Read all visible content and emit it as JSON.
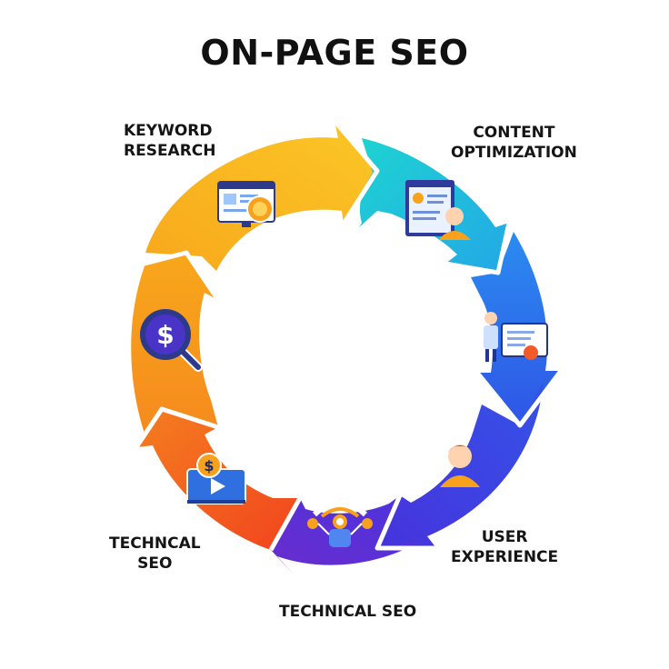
{
  "title": "ON-PAGE SEO",
  "labels": {
    "keyword": [
      "KEYWORD",
      "RESEARCH"
    ],
    "content": [
      "CONTENT",
      "OPTIMIZATION"
    ],
    "user": [
      "USER",
      "EXPERIENCE"
    ],
    "technical_bottom": "TECHNICAL SEO",
    "technical_left": [
      "TECHNCAL",
      "SEO"
    ]
  },
  "colors": {
    "keyword": "#f6b51d",
    "content": "#1fc9d6",
    "blue": "#2f6ee8",
    "user": "#3d3de0",
    "technical": "#5a2fd6",
    "technical_left": "#f3661f",
    "orange": "#f7a020"
  },
  "icons": [
    "browser-coin-icon",
    "profile-document-icon",
    "presenter-board-icon",
    "user-avatar-icon",
    "robot-hub-icon",
    "money-video-icon",
    "dollar-search-icon"
  ]
}
